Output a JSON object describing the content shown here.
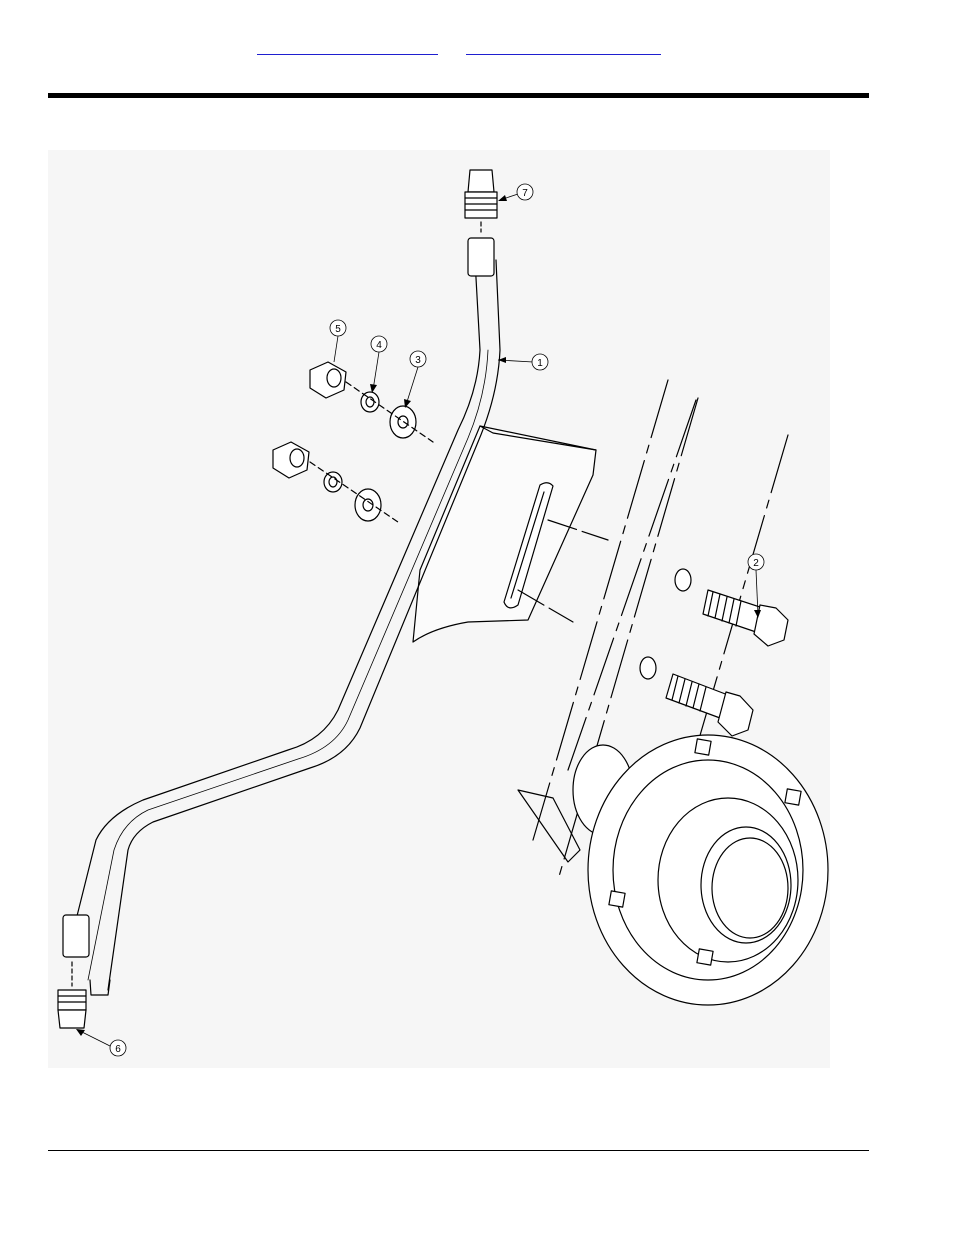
{
  "nav": {
    "prev_link": "",
    "next_link": ""
  },
  "callouts": {
    "c1": "1",
    "c2": "2",
    "c3": "3",
    "c4": "4",
    "c5": "5",
    "c6": "6",
    "c7": "7"
  },
  "colors": {
    "link": "#1f1fd0",
    "rule": "#000000",
    "drawing_bg": "#f6f6f6"
  }
}
